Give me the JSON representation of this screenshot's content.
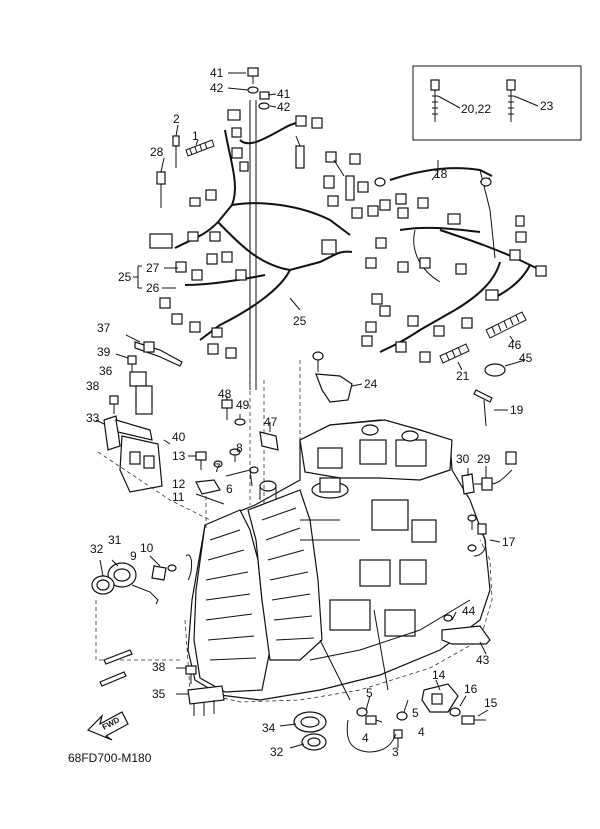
{
  "diagram": {
    "code": "68FD700-M180",
    "fwd_label": "FWD",
    "callouts": [
      {
        "id": "c41a",
        "text": "41"
      },
      {
        "id": "c42a",
        "text": "42"
      },
      {
        "id": "c41b",
        "text": "41"
      },
      {
        "id": "c42b",
        "text": "42"
      },
      {
        "id": "c2",
        "text": "2"
      },
      {
        "id": "c1",
        "text": "1"
      },
      {
        "id": "c28",
        "text": "28"
      },
      {
        "id": "c2022",
        "text": "20,22"
      },
      {
        "id": "c23",
        "text": "23"
      },
      {
        "id": "c18",
        "text": "18"
      },
      {
        "id": "c27",
        "text": "27"
      },
      {
        "id": "c25a",
        "text": "25"
      },
      {
        "id": "c26",
        "text": "26"
      },
      {
        "id": "c25b",
        "text": "25"
      },
      {
        "id": "c37",
        "text": "37"
      },
      {
        "id": "c46",
        "text": "46"
      },
      {
        "id": "c45",
        "text": "45"
      },
      {
        "id": "c39",
        "text": "39"
      },
      {
        "id": "c36",
        "text": "36"
      },
      {
        "id": "c21",
        "text": "21"
      },
      {
        "id": "c24",
        "text": "24"
      },
      {
        "id": "c38a",
        "text": "38"
      },
      {
        "id": "c48",
        "text": "48"
      },
      {
        "id": "c49",
        "text": "49"
      },
      {
        "id": "c19",
        "text": "19"
      },
      {
        "id": "c33",
        "text": "33"
      },
      {
        "id": "c47",
        "text": "47"
      },
      {
        "id": "c40",
        "text": "40"
      },
      {
        "id": "c13",
        "text": "13"
      },
      {
        "id": "c8",
        "text": "8"
      },
      {
        "id": "c7",
        "text": "7"
      },
      {
        "id": "c30",
        "text": "30"
      },
      {
        "id": "c29",
        "text": "29"
      },
      {
        "id": "c12",
        "text": "12"
      },
      {
        "id": "c6",
        "text": "6"
      },
      {
        "id": "c11",
        "text": "11"
      },
      {
        "id": "c17",
        "text": "17"
      },
      {
        "id": "c31",
        "text": "31"
      },
      {
        "id": "c32a",
        "text": "32"
      },
      {
        "id": "c10",
        "text": "10"
      },
      {
        "id": "c9",
        "text": "9"
      },
      {
        "id": "c44",
        "text": "44"
      },
      {
        "id": "c43",
        "text": "43"
      },
      {
        "id": "c38b",
        "text": "38"
      },
      {
        "id": "c14",
        "text": "14"
      },
      {
        "id": "c35",
        "text": "35"
      },
      {
        "id": "c5a",
        "text": "5"
      },
      {
        "id": "c16",
        "text": "16"
      },
      {
        "id": "c5b",
        "text": "5"
      },
      {
        "id": "c15",
        "text": "15"
      },
      {
        "id": "c34",
        "text": "34"
      },
      {
        "id": "c4a",
        "text": "4"
      },
      {
        "id": "c4b",
        "text": "4"
      },
      {
        "id": "c32b",
        "text": "32"
      },
      {
        "id": "c3",
        "text": "3"
      }
    ]
  }
}
